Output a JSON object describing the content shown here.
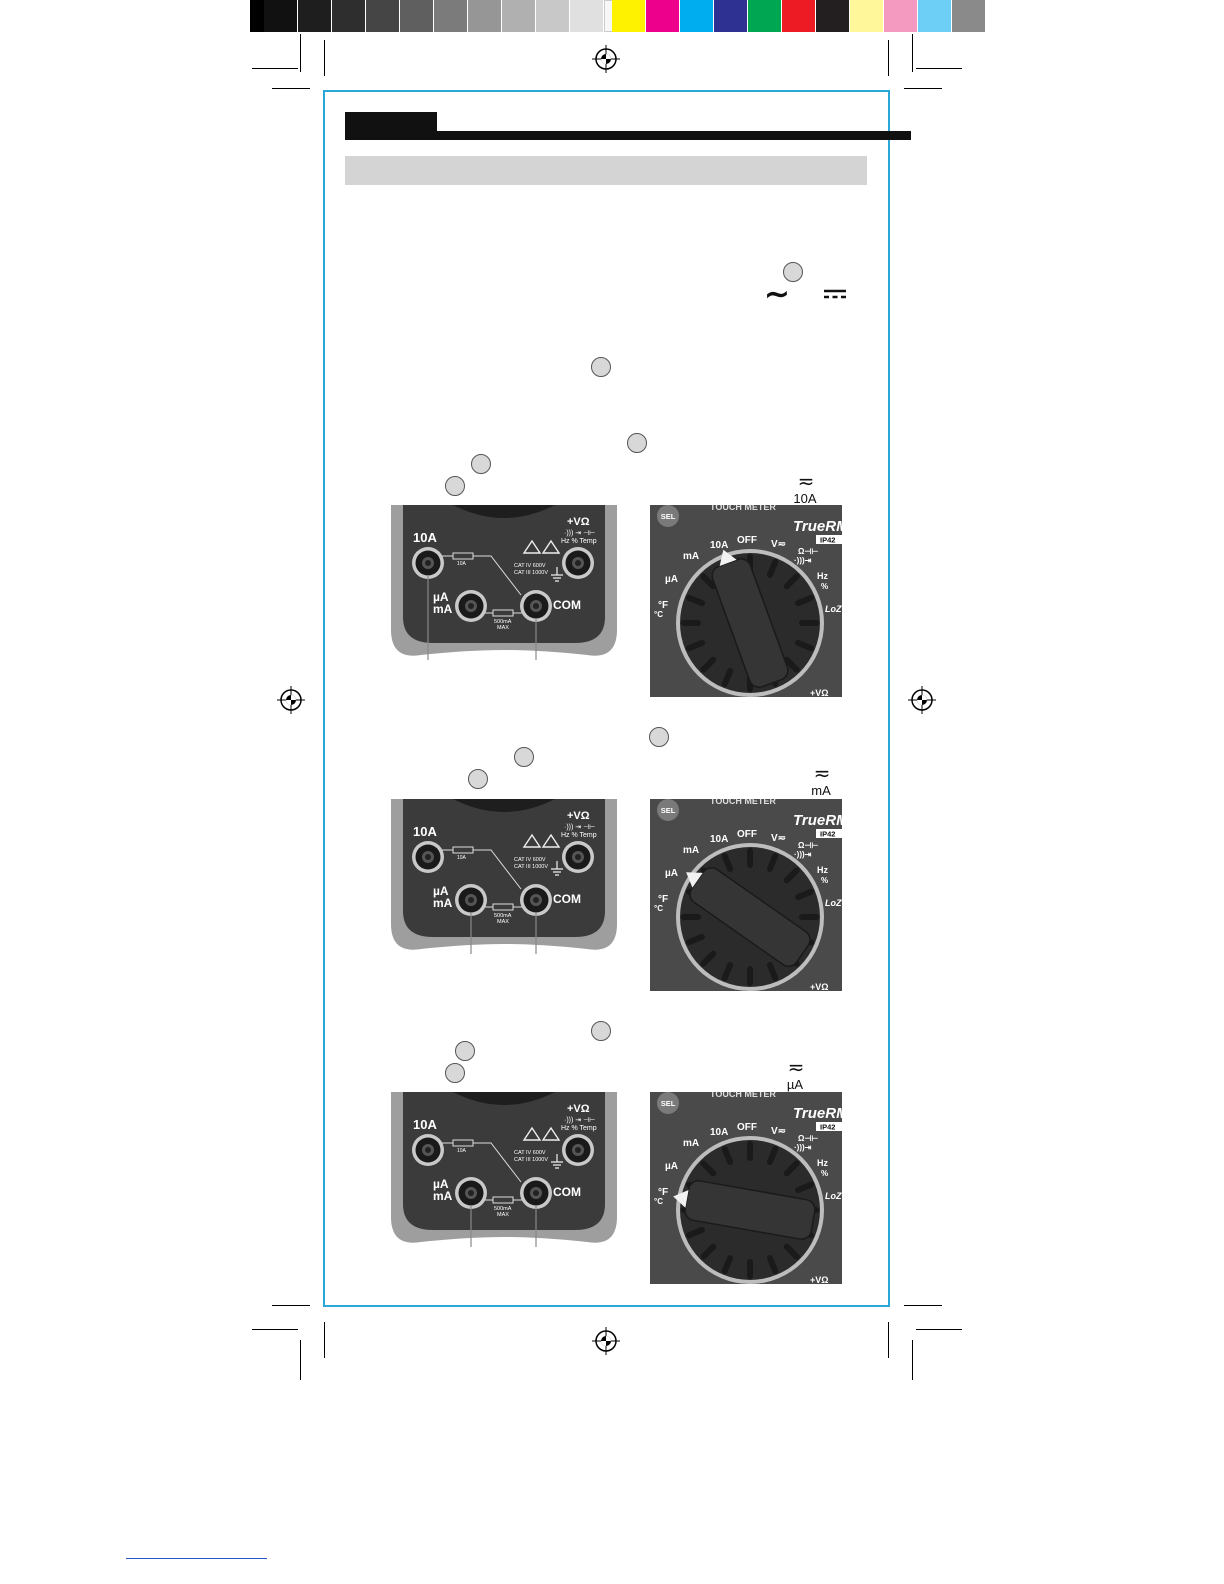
{
  "color_bar": {
    "grays": [
      "#111111",
      "#1e1e1e",
      "#2e2e2e",
      "#454545",
      "#5f5f5f",
      "#7b7b7b",
      "#969696",
      "#b0b0b0",
      "#c8c8c8",
      "#e0e0e0",
      "#f7f7f7"
    ],
    "colors": [
      "#fff200",
      "#ec008c",
      "#00aeef",
      "#2e3192",
      "#00a651",
      "#ed1c24",
      "#231f20",
      "#fff799",
      "#f49ac1",
      "#6dcff6",
      "#8a8a8a"
    ]
  },
  "symbols": {
    "ac": "∼",
    "dc": "⎓",
    "range_10a": {
      "wave": "≂",
      "label": "10A"
    },
    "range_ma": {
      "wave": "≂",
      "label": "mA"
    },
    "range_ua": {
      "wave": "≂",
      "label": "µA"
    }
  },
  "panel": {
    "left_jack": "10A",
    "right_jack": "+VΩ",
    "right_jack_sub": "·))) ⇥ ⊣⊢",
    "right_jack_sub2": "Hz % Temp",
    "fuse_top": "10A",
    "cat_line1": "CAT IV 600V",
    "cat_line2": "CAT III 1000V",
    "mid_jack": "µA",
    "mid_jack2": "mA",
    "com_jack": "COM",
    "fuse_bottom": "500mA",
    "fuse_bottom2": "MAX"
  },
  "dial": {
    "sel": "SEL",
    "brand": "TOUCH METER",
    "truerms": "TrueRMS",
    "ip": "IP42",
    "pos_ma": "mA",
    "pos_10a": "10A",
    "pos_off": "OFF",
    "pos_v": "V≂",
    "pos_ohm": "Ω⊣⊢",
    "pos_cont": "·)))⇥",
    "pos_hz": "Hz",
    "pos_pct": "%",
    "pos_ua": "µA",
    "pos_f": "°F",
    "pos_c": "°C",
    "pos_loz": "LoZ",
    "pos_vo": "+VΩ"
  }
}
